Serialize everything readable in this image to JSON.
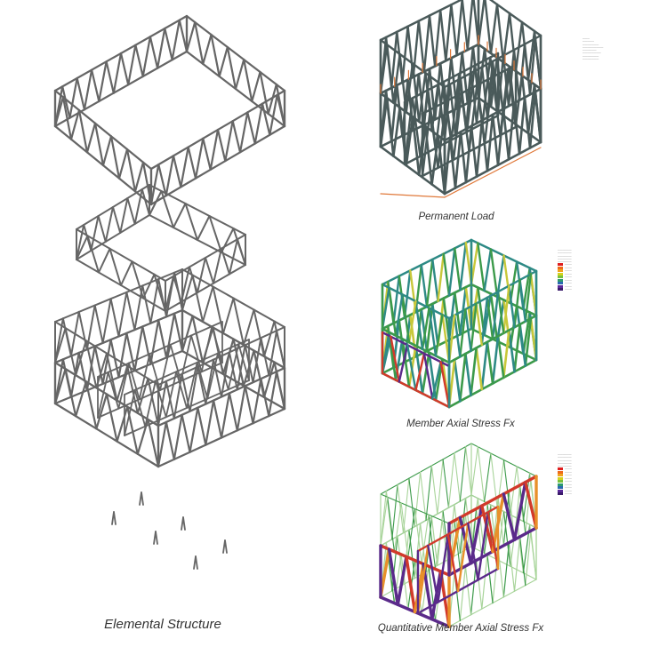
{
  "captions": {
    "elemental": "Elemental Structure",
    "permanent": "Permanent Load",
    "axial": "Member Axial Stress Fx",
    "quantitative": "Quantitative Member Axial Stress Fx"
  },
  "colors": {
    "structure": "#666666",
    "dark_member": "#4a5a5a",
    "load_arrow": "#e0793a",
    "stress_green": "#3c9a4a",
    "stress_teal": "#2e8a86",
    "stress_yellow": "#c8c83a",
    "stress_red": "#d23a2a",
    "stress_purple": "#5a2a8a",
    "stress_orange": "#e8902a",
    "stress_pale_green": "#a8d49a"
  },
  "legend_palette": [
    "#e01e1e",
    "#ee6a1c",
    "#f2a21c",
    "#d2d21e",
    "#78c23c",
    "#2e9a6e",
    "#2a6ab0",
    "#5a2a9a",
    "#3a1a6a"
  ],
  "icons": [
    "column-anchor-icon"
  ]
}
